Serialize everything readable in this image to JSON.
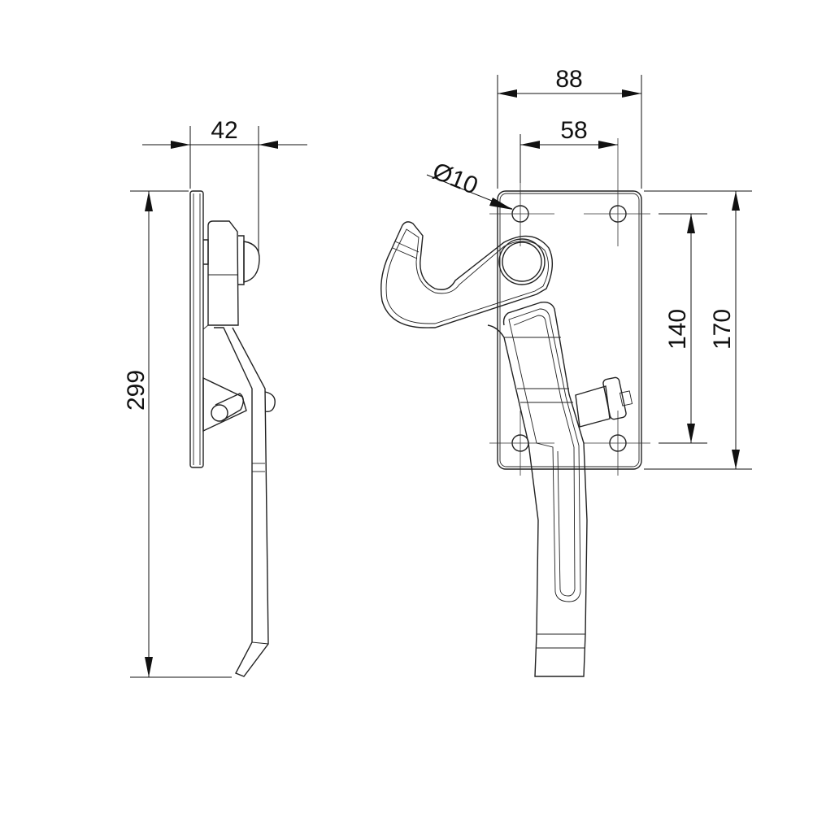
{
  "dimensions": {
    "depth": "42",
    "total_height": "299",
    "plate_width": "88",
    "hole_spacing_horizontal": "58",
    "hole_diameter": "Ø10",
    "hole_spacing_vertical": "140",
    "plate_height": "170"
  },
  "colors": {
    "line": "#222222",
    "background": "#ffffff"
  }
}
